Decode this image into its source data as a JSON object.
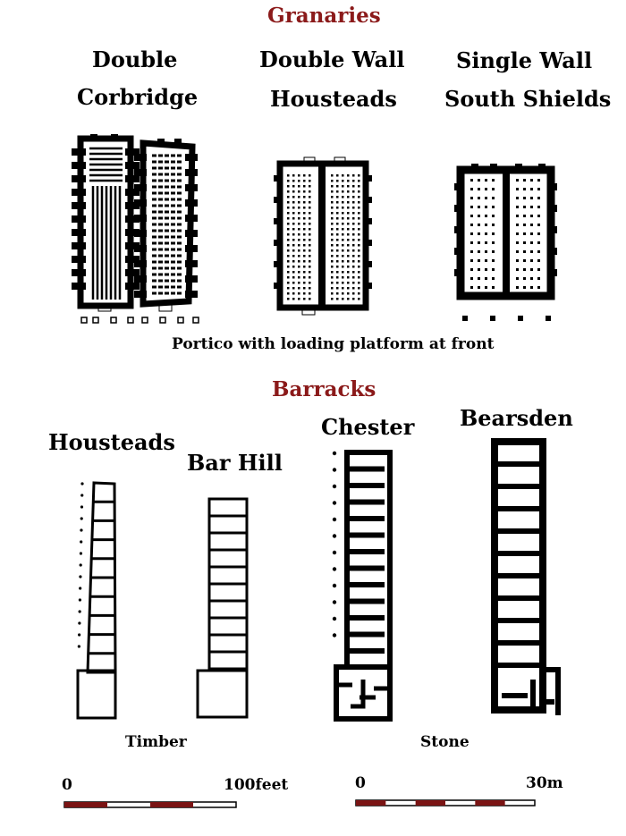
{
  "granaries": {
    "title": "Granaries",
    "types": [
      "Double",
      "Double Wall",
      "Single Wall"
    ],
    "sites": [
      "Corbridge",
      "Housteads",
      "South Shields"
    ],
    "caption": "Portico with loading platform at front"
  },
  "barracks": {
    "title": "Barracks",
    "sites": [
      "Housteads",
      "Bar Hill",
      "Chester",
      "Bearsden"
    ],
    "materials": [
      "Timber",
      "Stone"
    ]
  },
  "scales": {
    "feet": {
      "start": "0",
      "end": "100feet"
    },
    "metres": {
      "start": "0",
      "end": "30m"
    }
  },
  "colors": {
    "title": "#8b1a1a",
    "scale_bar": "#7a1414",
    "ink": "#000000"
  }
}
